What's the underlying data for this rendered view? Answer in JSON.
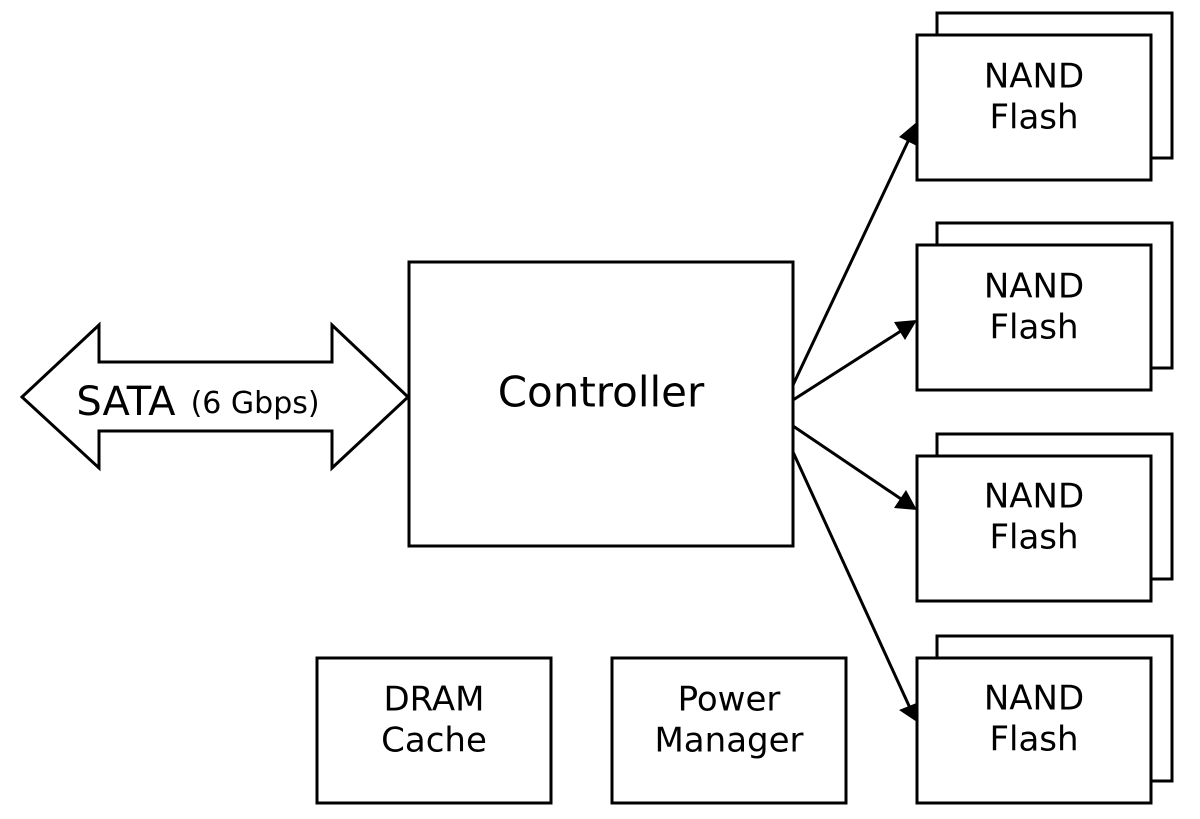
{
  "diagram": {
    "interface": {
      "name": "SATA",
      "speed": "(6 Gbps)"
    },
    "controller": {
      "label": "Controller"
    },
    "nand_units": [
      {
        "line1": "NAND",
        "line2": "Flash"
      },
      {
        "line1": "NAND",
        "line2": "Flash"
      },
      {
        "line1": "NAND",
        "line2": "Flash"
      },
      {
        "line1": "NAND",
        "line2": "Flash"
      }
    ],
    "dram": {
      "line1": "DRAM",
      "line2": "Cache"
    },
    "power": {
      "line1": "Power",
      "line2": "Manager"
    }
  }
}
